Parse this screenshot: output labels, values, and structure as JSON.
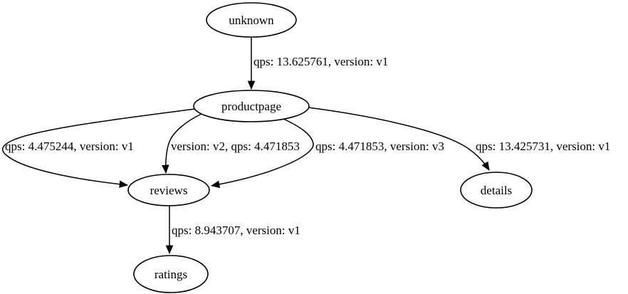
{
  "graph": {
    "background": "#ffffff",
    "stroke_color": "#000000",
    "text_color": "#000000",
    "nodes": [
      {
        "id": "unknown",
        "label": "unknown"
      },
      {
        "id": "productpage",
        "label": "productpage"
      },
      {
        "id": "reviews",
        "label": "reviews"
      },
      {
        "id": "details",
        "label": "details"
      },
      {
        "id": "ratings",
        "label": "ratings"
      }
    ],
    "edges": [
      {
        "from": "unknown",
        "to": "productpage",
        "label": "qps: 13.625761, version: v1"
      },
      {
        "from": "productpage",
        "to": "reviews",
        "label": "qps: 4.475244, version: v1"
      },
      {
        "from": "productpage",
        "to": "reviews",
        "label": "version: v2, qps: 4.471853"
      },
      {
        "from": "productpage",
        "to": "reviews",
        "label": "qps: 4.471853, version: v3"
      },
      {
        "from": "productpage",
        "to": "details",
        "label": "qps: 13.425731, version: v1"
      },
      {
        "from": "reviews",
        "to": "ratings",
        "label": "qps: 8.943707, version: v1"
      }
    ]
  }
}
